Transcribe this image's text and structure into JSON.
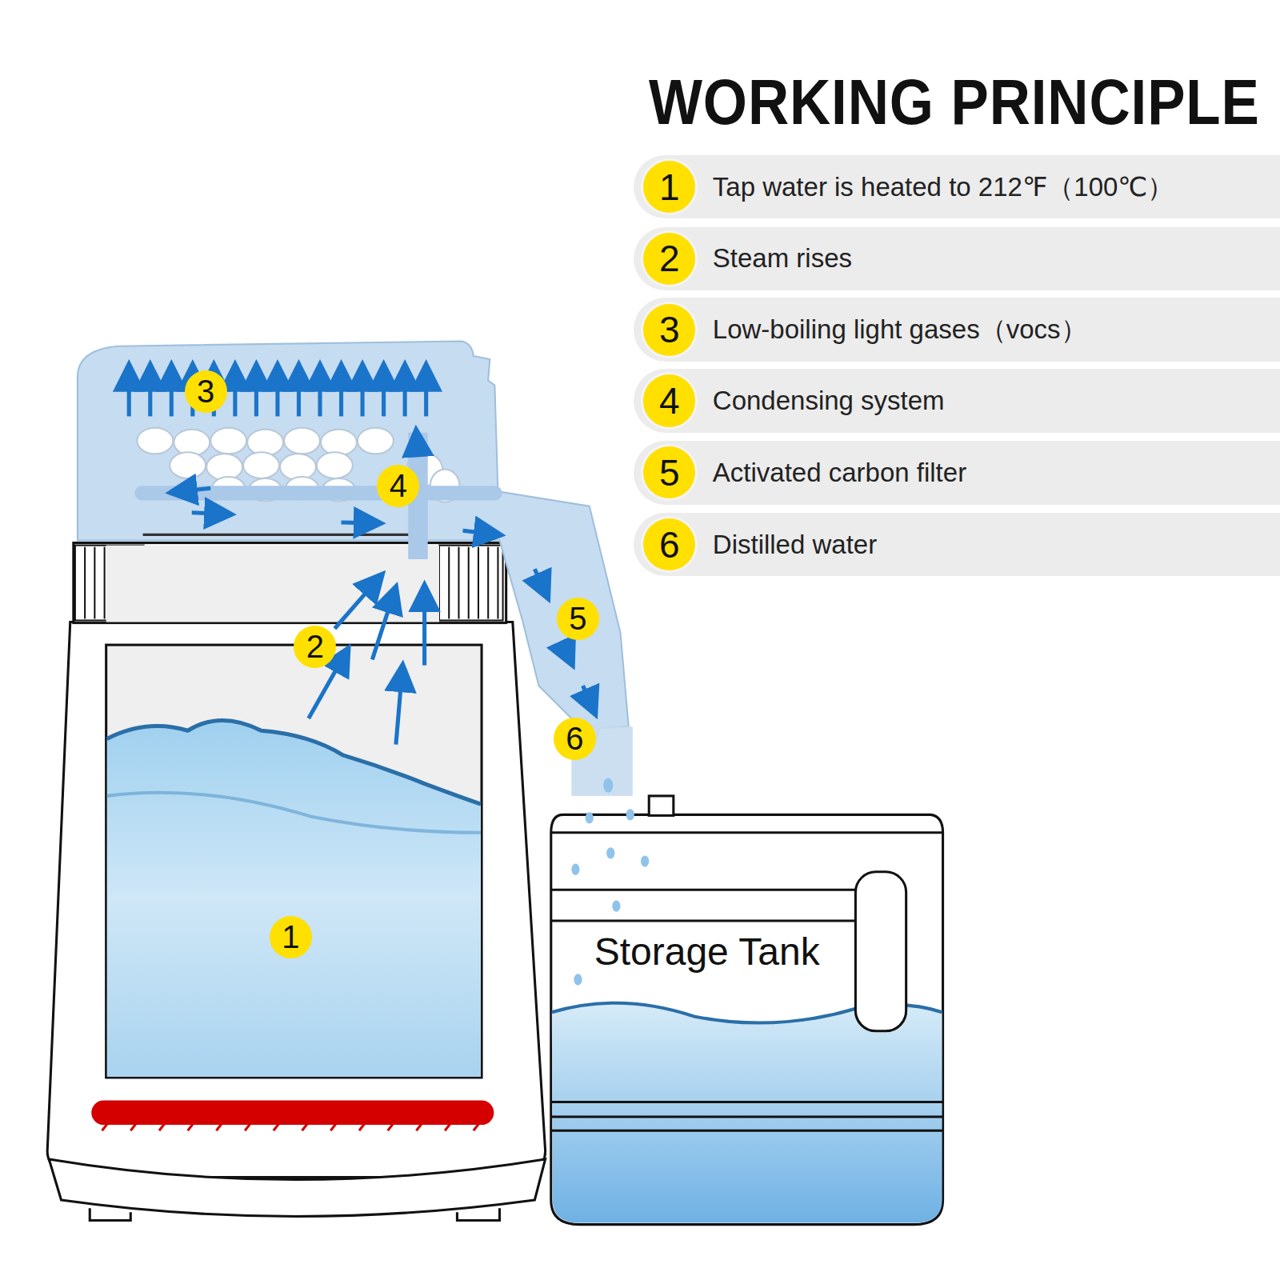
{
  "diagram": {
    "title": "WORKING PRINCIPLE",
    "nodes": [
      {
        "text": [
          "1",
          "Tap water is heated to 212℉（100℃）"
        ]
      },
      {
        "text": [
          "2",
          "Steam rises"
        ]
      },
      {
        "text": [
          "3",
          "Low-boiling light gases（vocs）"
        ]
      },
      {
        "text": [
          "4",
          "Condensing system"
        ]
      },
      {
        "text": [
          "5",
          "Activated carbon filter"
        ]
      },
      {
        "text": [
          "6",
          "Distilled water"
        ]
      }
    ],
    "labels": [
      "3",
      "4",
      "2",
      "5",
      "6",
      "1",
      "Storage Tank"
    ]
  }
}
